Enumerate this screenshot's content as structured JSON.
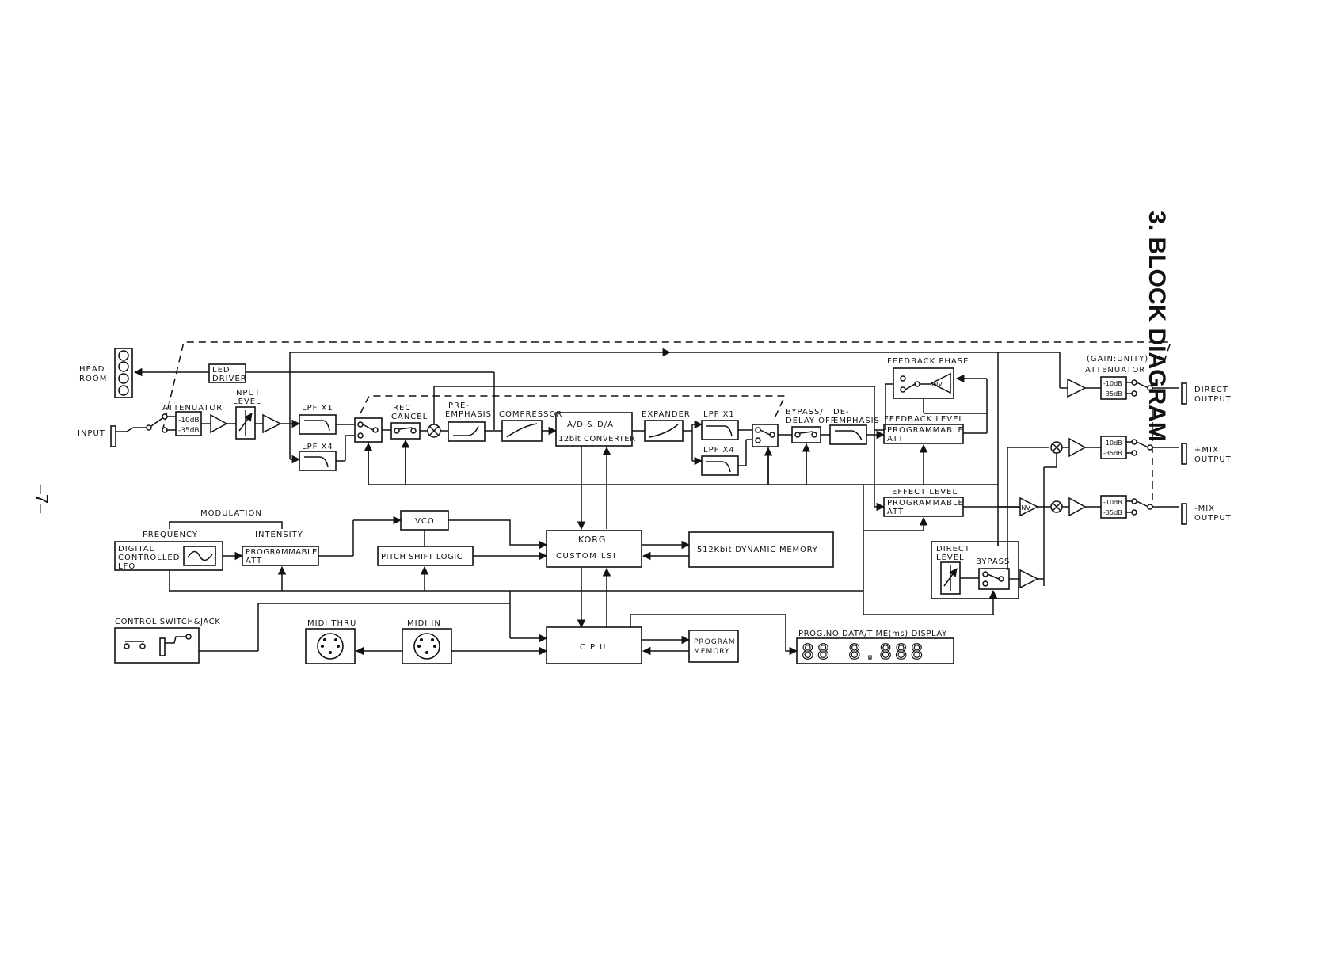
{
  "title": "3. BLOCK DIAGRAM",
  "page_number": "–7–",
  "labels": {
    "head_room": [
      "HEAD",
      "ROOM"
    ],
    "input": "INPUT",
    "attenuator": "ATTENUATOR",
    "att_m10": "-10dB",
    "att_m35": "-35dB",
    "input_level": [
      "INPUT",
      "LEVEL"
    ],
    "amp": "AMP",
    "led_driver": [
      "LED",
      "DRIVER"
    ],
    "lpf_x1": "LPF X1",
    "lpf_x4": "LPF X4",
    "rec_cancel": [
      "REC",
      "CANCEL"
    ],
    "pre_emphasis": [
      "PRE-",
      "EMPHASIS"
    ],
    "compressor": "COMPRESSOR",
    "adda": [
      "A/D & D/A",
      "12bit CONVERTER"
    ],
    "expander": "EXPANDER",
    "lpf2_x1": "LPF X1",
    "lpf2_x4": "LPF X4",
    "bypass_delay_off": [
      "BYPASS/",
      "DELAY OFF"
    ],
    "de_emphasis": [
      "DE-",
      "EMPHASIS"
    ],
    "feedback_phase": "FEEDBACK PHASE",
    "inv": "INV",
    "feedback_level": "FEEDBACK LEVEL",
    "programmable_att": [
      "PROGRAMMABLE",
      "ATT"
    ],
    "effect_level": "EFFECT LEVEL",
    "gain_unity": "(GAIN:UNITY)",
    "attenuator_right": "ATTENUATOR",
    "direct_output": [
      "DIRECT",
      "OUTPUT"
    ],
    "plus_mix_output": [
      "+MIX",
      "OUTPUT"
    ],
    "minus_mix_output": [
      "-MIX",
      "OUTPUT"
    ],
    "direct_level": [
      "DIRECT",
      "LEVEL"
    ],
    "bypass": "BYPASS",
    "modulation": "MODULATION",
    "frequency": "FREQUENCY",
    "intensity": "INTENSITY",
    "lfo": [
      "DIGITAL",
      "CONTROLLED",
      "LFO"
    ],
    "prog_att": [
      "PROGRAMMABLE",
      "ATT"
    ],
    "vco": "VCO",
    "pitch_shift_logic": "PITCH SHIFT LOGIC",
    "korg_lsi": [
      "KORG",
      "CUSTOM  LSI"
    ],
    "dynamic_memory": "512Kbit DYNAMIC MEMORY",
    "control_switch_jack": "CONTROL SWITCH&JACK",
    "midi_thru": "MIDI THRU",
    "midi_in": "MIDI IN",
    "cpu": "CPU",
    "program_memory": [
      "PROGRAM",
      "MEMORY"
    ],
    "prog_display": "PROG.NO  DATA/TIME(ms) DISPLAY",
    "display_digits": "88 8.888"
  }
}
